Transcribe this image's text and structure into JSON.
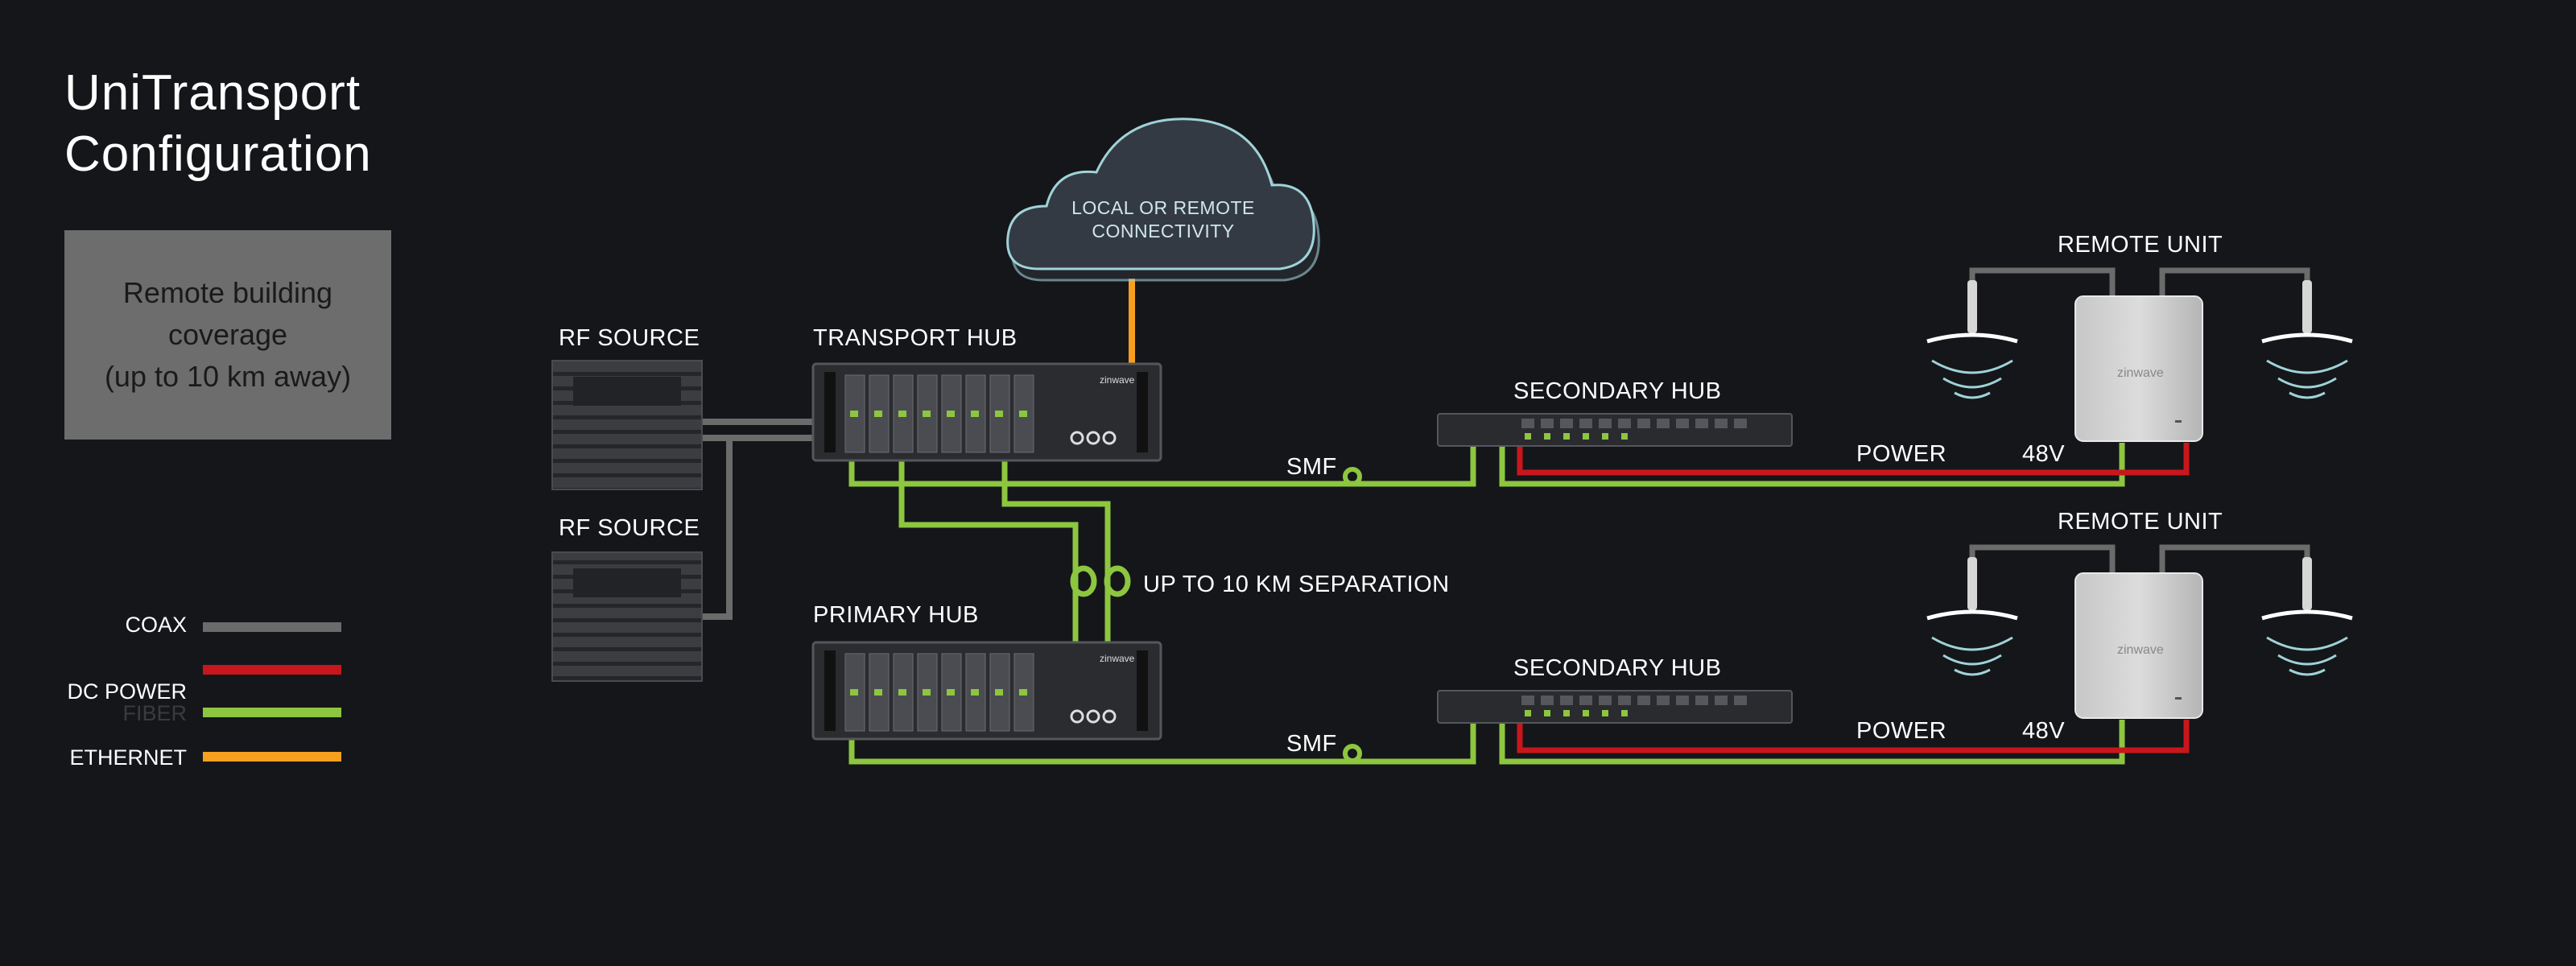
{
  "title_line1": "UniTransport",
  "title_line2": "Configuration",
  "callout": {
    "line1": "Remote building",
    "line2": "coverage",
    "line3": "(up to 10 km away)"
  },
  "cloud": {
    "line1": "LOCAL OR REMOTE",
    "line2": "CONNECTIVITY"
  },
  "labels": {
    "rf_source_1": "RF SOURCE",
    "rf_source_2": "RF SOURCE",
    "transport_hub": "TRANSPORT HUB",
    "primary_hub": "PRIMARY HUB",
    "secondary_hub_1": "SECONDARY HUB",
    "secondary_hub_2": "SECONDARY HUB",
    "remote_unit_1": "REMOTE UNIT",
    "remote_unit_2": "REMOTE UNIT",
    "smf_1": "SMF",
    "smf_2": "SMF",
    "separation": "UP TO 10 KM SEPARATION",
    "power_1": "POWER",
    "power_2": "POWER",
    "volt_1": "48V",
    "volt_2": "48V",
    "brand": "zinwave"
  },
  "legend": [
    {
      "label": "COAX",
      "color": "#6b6b6b"
    },
    {
      "label": "DC POWER",
      "color": "#c8171c"
    },
    {
      "label": "FIBER",
      "color": "#8dc63f"
    },
    {
      "label": "ETHERNET",
      "color": "#f7a01e"
    }
  ],
  "colors": {
    "background": "#15161a",
    "coax": "#6b6b6b",
    "dc_power": "#c8171c",
    "fiber": "#8dc63f",
    "ethernet": "#f7a01e",
    "cloud_outline": "#9fd3d8"
  }
}
